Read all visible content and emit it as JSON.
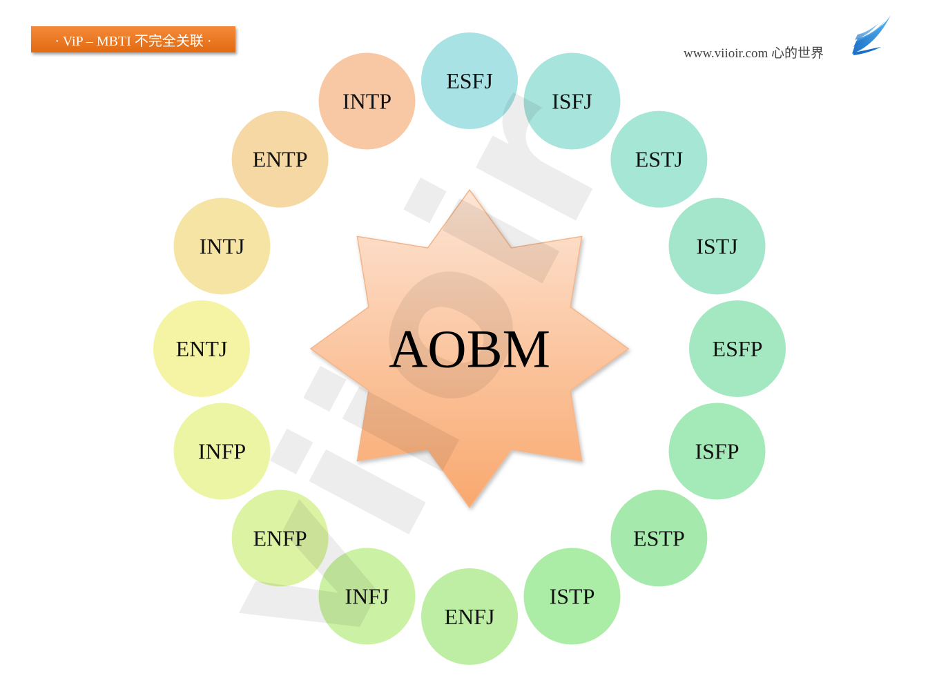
{
  "header": {
    "title": "· ViP – MBTI 不完全关联 ·",
    "site": "www.viioir.com 心的世界"
  },
  "watermark": "viioir",
  "center": {
    "label": "AOBM"
  },
  "nodes": [
    {
      "label": "ESFJ",
      "color": "#a8e2e4"
    },
    {
      "label": "ISFJ",
      "color": "#a7e4dc"
    },
    {
      "label": "ESTJ",
      "color": "#a5e6d4"
    },
    {
      "label": "ISTJ",
      "color": "#a4e6cb"
    },
    {
      "label": "ESFP",
      "color": "#a4e8c2"
    },
    {
      "label": "ISFP",
      "color": "#a4e9b8"
    },
    {
      "label": "ESTP",
      "color": "#a5eaac"
    },
    {
      "label": "ISTP",
      "color": "#abeca6"
    },
    {
      "label": "ENFJ",
      "color": "#bdeea4"
    },
    {
      "label": "INFJ",
      "color": "#cbf1a4"
    },
    {
      "label": "ENFP",
      "color": "#dcf3a4"
    },
    {
      "label": "INFP",
      "color": "#ebf5a4"
    },
    {
      "label": "ENTJ",
      "color": "#f5f4a4"
    },
    {
      "label": "INTJ",
      "color": "#f6e4a5"
    },
    {
      "label": "ENTP",
      "color": "#f6d8a4"
    },
    {
      "label": "INTP",
      "color": "#f8c8a4"
    }
  ]
}
